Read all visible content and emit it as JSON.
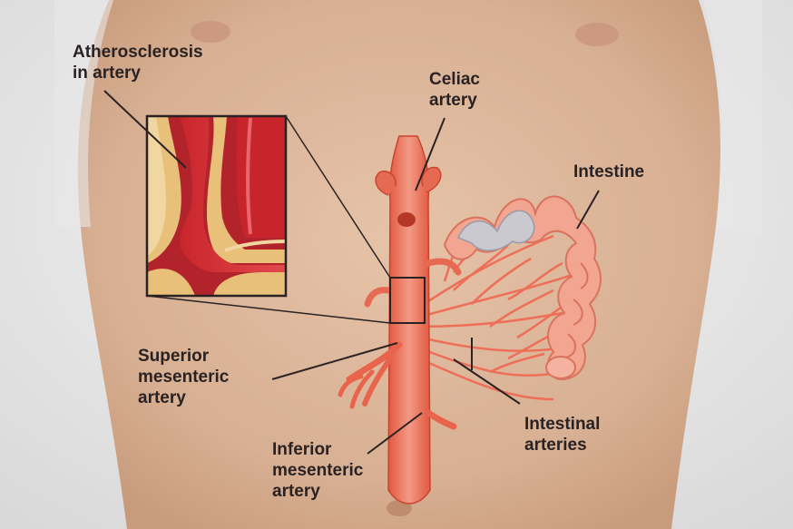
{
  "labels": {
    "atherosclerosis": [
      "Atherosclerosis",
      "in artery"
    ],
    "celiac": [
      "Celiac",
      "artery"
    ],
    "intestine": [
      "Intestine"
    ],
    "superior": [
      "Superior",
      "mesenteric",
      "artery"
    ],
    "intestinal": [
      "Intestinal",
      "arteries"
    ],
    "inferior": [
      "Inferior",
      "mesenteric",
      "artery"
    ]
  },
  "colors": {
    "skin": "#dcb59a",
    "artery": "#e8735e",
    "intestine": "#f0a08a",
    "plaque": "#e8c07a",
    "label_text": "#2a2222"
  }
}
